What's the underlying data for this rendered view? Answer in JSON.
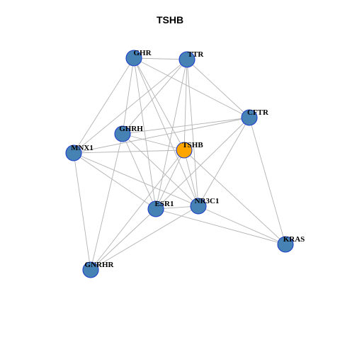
{
  "title": "TSHB",
  "colors": {
    "node_fill": "#4682b4",
    "highlight_fill": "#ffa500",
    "node_stroke": "#1f3fcc",
    "edge": "#b3b3b3",
    "background": "#ffffff"
  },
  "nodes": [
    {
      "id": "GHR",
      "label": "GHR",
      "highlight": false
    },
    {
      "id": "TTR",
      "label": "TTR",
      "highlight": false
    },
    {
      "id": "CFTR",
      "label": "CFTR",
      "highlight": false
    },
    {
      "id": "GHRH",
      "label": "GHRH",
      "highlight": false
    },
    {
      "id": "TSHB",
      "label": "TSHB",
      "highlight": true
    },
    {
      "id": "MNX1",
      "label": "MNX1",
      "highlight": false
    },
    {
      "id": "NR3C1",
      "label": "NR3C1",
      "highlight": false
    },
    {
      "id": "ESR1",
      "label": "ESR1",
      "highlight": false
    },
    {
      "id": "KRAS",
      "label": "KRAS",
      "highlight": false
    },
    {
      "id": "GNRHR",
      "label": "GNRHR",
      "highlight": false
    }
  ],
  "edges": [
    [
      "GHR",
      "TTR"
    ],
    [
      "GHR",
      "CFTR"
    ],
    [
      "GHR",
      "GHRH"
    ],
    [
      "GHR",
      "MNX1"
    ],
    [
      "GHR",
      "ESR1"
    ],
    [
      "GHR",
      "NR3C1"
    ],
    [
      "GHR",
      "TSHB"
    ],
    [
      "TTR",
      "GHRH"
    ],
    [
      "TTR",
      "MNX1"
    ],
    [
      "TTR",
      "TSHB"
    ],
    [
      "TTR",
      "ESR1"
    ],
    [
      "TTR",
      "NR3C1"
    ],
    [
      "TTR",
      "CFTR"
    ],
    [
      "CFTR",
      "GHRH"
    ],
    [
      "CFTR",
      "MNX1"
    ],
    [
      "CFTR",
      "NR3C1"
    ],
    [
      "CFTR",
      "ESR1"
    ],
    [
      "CFTR",
      "KRAS"
    ],
    [
      "GHRH",
      "TSHB"
    ],
    [
      "GHRH",
      "ESR1"
    ],
    [
      "GHRH",
      "NR3C1"
    ],
    [
      "GHRH",
      "GNRHR"
    ],
    [
      "MNX1",
      "TSHB"
    ],
    [
      "MNX1",
      "ESR1"
    ],
    [
      "MNX1",
      "NR3C1"
    ],
    [
      "MNX1",
      "GNRHR"
    ],
    [
      "TSHB",
      "ESR1"
    ],
    [
      "TSHB",
      "NR3C1"
    ],
    [
      "TSHB",
      "KRAS"
    ],
    [
      "TSHB",
      "GNRHR"
    ],
    [
      "ESR1",
      "NR3C1"
    ],
    [
      "ESR1",
      "GNRHR"
    ],
    [
      "ESR1",
      "KRAS"
    ],
    [
      "NR3C1",
      "KRAS"
    ],
    [
      "NR3C1",
      "GNRHR"
    ]
  ]
}
